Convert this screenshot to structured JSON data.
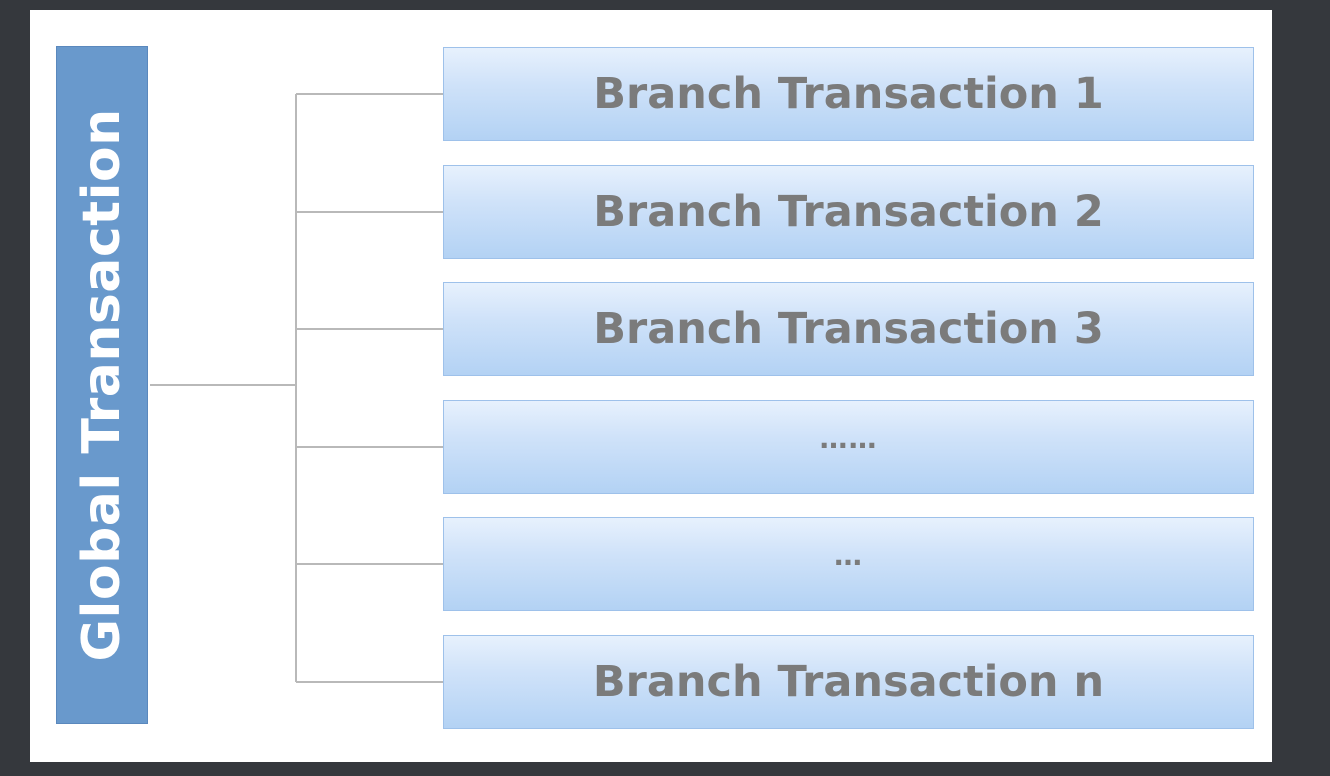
{
  "diagram": {
    "global": {
      "label": "Global Transaction"
    },
    "branches": [
      {
        "label": "Branch Transaction 1"
      },
      {
        "label": "Branch Transaction 2"
      },
      {
        "label": "Branch Transaction 3"
      },
      {
        "label": "……"
      },
      {
        "label": "…"
      },
      {
        "label": "Branch Transaction n"
      }
    ],
    "colors": {
      "global_fill": "#6999cc",
      "branch_fill_top": "#e7f1fd",
      "branch_fill_bottom": "#b3d2f4",
      "branch_text": "#7b7b7b",
      "connector": "#b9b9b9",
      "background": "#35383d"
    }
  }
}
